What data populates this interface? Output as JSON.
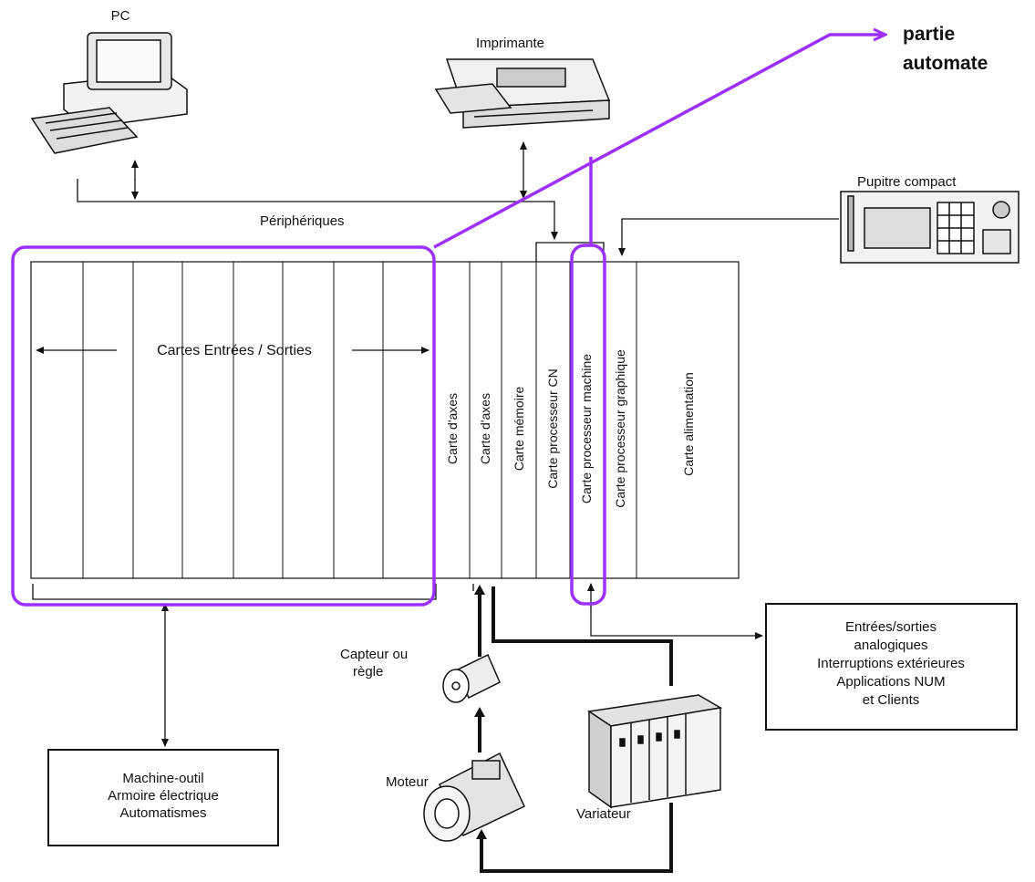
{
  "labels": {
    "pc": "PC",
    "imprimante": "Imprimante",
    "partie_automate_1": "partie",
    "partie_automate_2": "automate",
    "pupitre": "Pupitre compact",
    "peripheriques": "Périphériques",
    "cartes_es": "Cartes Entrées / Sorties",
    "capteur_1": "Capteur ou",
    "capteur_2": "règle",
    "moteur": "Moteur",
    "variateur": "Variateur"
  },
  "cards": [
    "Carte d'axes",
    "Carte d'axes",
    "Carte mémoire",
    "Carte processeur CN",
    "Carte processeur machine",
    "Carte processeur graphique",
    "Carte alimentation"
  ],
  "box_machine": [
    "Machine-outil",
    "Armoire électrique",
    "Automatismes"
  ],
  "box_entrees": [
    "Entrées/sorties",
    "analogiques",
    "Interruptions extérieures",
    "Applications NUM",
    "et Clients"
  ],
  "colors": {
    "highlight": "#9b30ff",
    "line": "#111111"
  }
}
